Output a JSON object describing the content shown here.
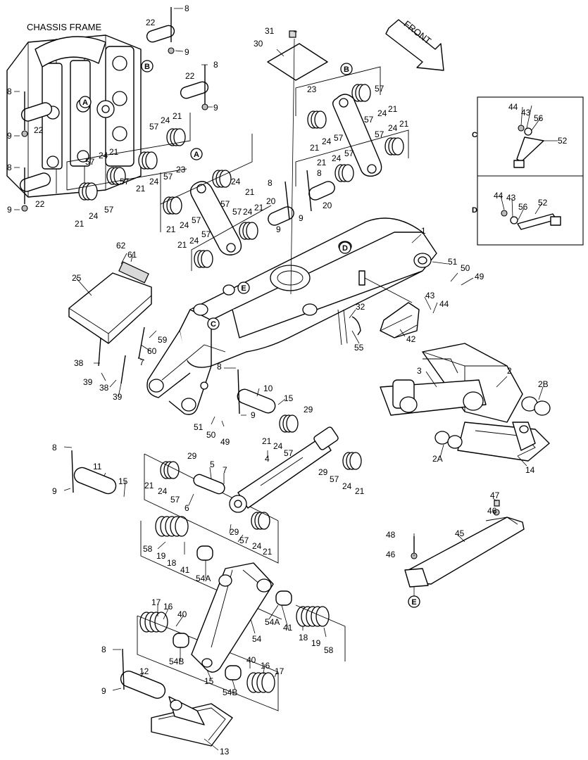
{
  "title": "CHASSIS FRAME",
  "front_arrow": "FRONT",
  "callouts": {
    "a": "A",
    "b": "B",
    "c": "C",
    "d": "D",
    "e": "E"
  },
  "detail_boxes": {
    "c_label": "C",
    "d_label": "D"
  },
  "labels": [
    "1",
    "2",
    "2A",
    "2B",
    "3",
    "4",
    "5",
    "6",
    "7",
    "8",
    "9",
    "10",
    "11",
    "12",
    "13",
    "14",
    "15",
    "16",
    "17",
    "18",
    "19",
    "20",
    "21",
    "22",
    "23",
    "24",
    "25",
    "29",
    "30",
    "31",
    "32",
    "38",
    "39",
    "40",
    "41",
    "42",
    "43",
    "44",
    "45",
    "46",
    "47",
    "48",
    "49",
    "50",
    "51",
    "52",
    "54",
    "54A",
    "54B",
    "55",
    "56",
    "57",
    "58",
    "59",
    "60",
    "61",
    "62"
  ]
}
